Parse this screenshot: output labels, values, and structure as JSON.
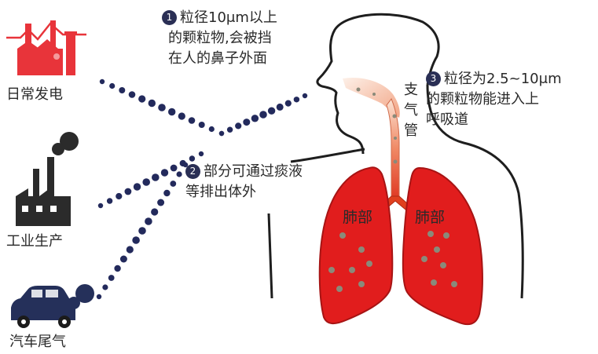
{
  "sources": {
    "power": "日常发电",
    "industry": "工业生产",
    "exhaust": "汽车尾气"
  },
  "notes": {
    "note1": {
      "number": "1",
      "line1": "粒径10μm以上",
      "line2": "的颗粒物,会被挡",
      "line3": "在人的鼻子外面"
    },
    "note2": {
      "number": "2",
      "line1": "部分可通过痰液",
      "line2": "等排出体外"
    },
    "note3": {
      "number": "3",
      "line1": "粒径为2.5~10μm",
      "line2": "的颗粒物能进入上",
      "line3": "呼吸道"
    }
  },
  "anatomy": {
    "trachea_chars": [
      "支",
      "气",
      "管"
    ],
    "lung_left": "肺部",
    "lung_right": "肺部"
  },
  "colors": {
    "icon_red": "#e8343a",
    "icon_dark": "#2b2b2b",
    "dot_navy": "#232a5c",
    "lung_red": "#e11d1d",
    "outline": "#1e1e1e",
    "particle_grey": "#8a8a7a"
  }
}
